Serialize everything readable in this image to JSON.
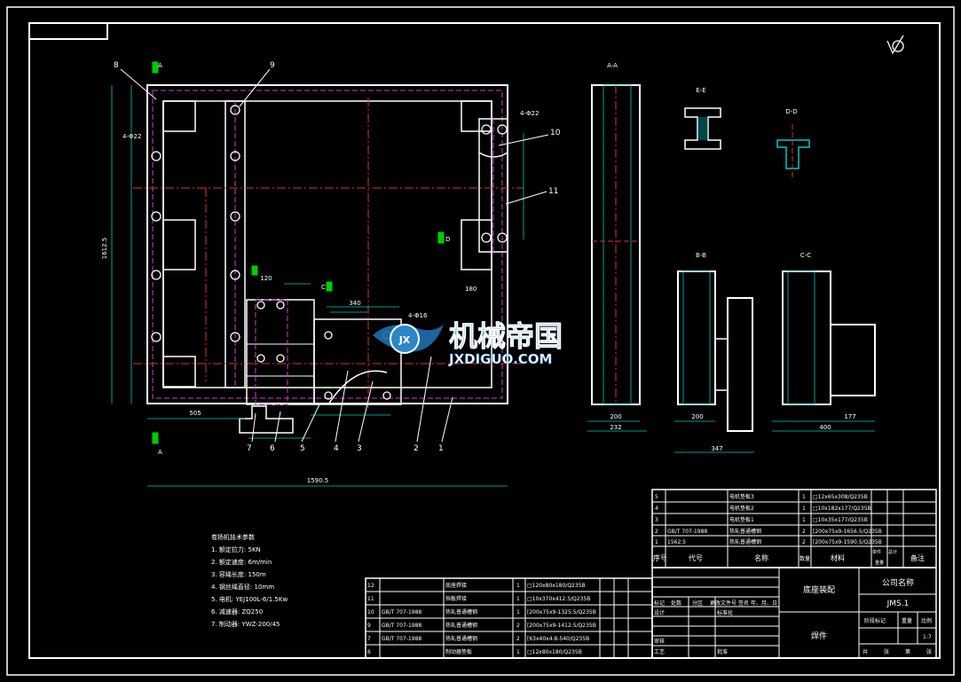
{
  "watermark": {
    "brand_cn": "机械帝国",
    "brand_url": "JXDIGUO.COM"
  },
  "views": {
    "section_aa": "A-A",
    "section_bb": "B-B",
    "section_cc": "C-C",
    "section_dd": "D-D",
    "section_ee": "E-E"
  },
  "balloons": [
    "1",
    "2",
    "3",
    "4",
    "5",
    "6",
    "7",
    "8",
    "9",
    "10",
    "11"
  ],
  "plan_dims": {
    "overall_width": "1590.5",
    "left_height": "1612.5",
    "bottom_left": "505",
    "hole_label_1": "4-Φ22",
    "hole_label_2": "4-Φ16",
    "dim_180": "180",
    "dim_340": "340",
    "dim_120": "120"
  },
  "section_dims": {
    "aa_bottom": "200",
    "aa_bottom2": "232",
    "bb_bottom": "200",
    "bb_bottom2": "347",
    "cc_bottom": "177",
    "cc_bottom2": "400"
  },
  "tech_notes": {
    "title": "卷扬机技术参数",
    "items": [
      "1. 额定拉力: 5KN",
      "2. 额定速度: 6m/min",
      "3. 容绳长度: 150m",
      "4. 钢丝绳直径: 10mm",
      "5. 电机: YEJ100L-6/1.5Kw",
      "6. 减速器: ZQ250",
      "7. 制动器: YWZ-200/45"
    ]
  },
  "parts_left": [
    {
      "no": "12",
      "code": "",
      "name": "底座焊接",
      "qty": "1",
      "material": "□120x80x180/Q235B"
    },
    {
      "no": "11",
      "code": "",
      "name": "挡板焊接",
      "qty": "1",
      "material": "□10x370x412.5/Q235B"
    },
    {
      "no": "10",
      "code": "GB/T 707-1988",
      "name": "热轧普通槽钢",
      "qty": "1",
      "material": "[200x75x9-1325.5/Q235B"
    },
    {
      "no": "9",
      "code": "GB/T 707-1988",
      "name": "热轧普通槽钢",
      "qty": "2",
      "material": "[200x75x9-1412.5/Q235B"
    },
    {
      "no": "7",
      "code": "GB/T 707-1988",
      "name": "热轧普通槽钢",
      "qty": "2",
      "material": "[63x40x4.8-540/Q235B"
    },
    {
      "no": "6",
      "code": "",
      "name": "制动器垫板",
      "qty": "1",
      "material": "□12x80x180/Q235B"
    }
  ],
  "parts_right": [
    {
      "no": "5",
      "code": "",
      "name": "电机垫板3",
      "qty": "1",
      "material": "□12x65x308/Q235B"
    },
    {
      "no": "4",
      "code": "",
      "name": "电机垫板2",
      "qty": "1",
      "material": "□10x182x177/Q235B"
    },
    {
      "no": "3",
      "code": "",
      "name": "电机垫板1",
      "qty": "1",
      "material": "□10x35x177/Q235B"
    },
    {
      "no": "2",
      "code": "GB/T 707-1988",
      "name": "热轧普通槽钢",
      "qty": "2",
      "material": "[200x75x9-1656.5/Q235B"
    },
    {
      "no": "1",
      "code": "1562.5",
      "name": "热轧普通槽钢",
      "qty": "2",
      "material": "[200x75x9-1590.5/Q235B"
    }
  ],
  "parts_header": {
    "no": "序号",
    "code": "代号",
    "name": "名称",
    "qty": "数量",
    "material": "材料",
    "unit": "单件",
    "total": "总计",
    "weight": "重量",
    "remark": "备注"
  },
  "title_block": {
    "drawing_title": "底座装配",
    "company": "公司名称",
    "drawing_no": "JMS.1",
    "part_title": "焊件",
    "stage_label": "阶段标记",
    "weight_label": "重量",
    "scale_label": "比例",
    "scale_value": "1:7",
    "sheet_labels": [
      "共",
      "张",
      "第",
      "张"
    ],
    "left_labels": [
      "标记",
      "处数",
      "分区",
      "更改文件号",
      "签名",
      "年、月、日",
      "设计",
      "标准化",
      "审核",
      "工艺",
      "批准"
    ]
  }
}
